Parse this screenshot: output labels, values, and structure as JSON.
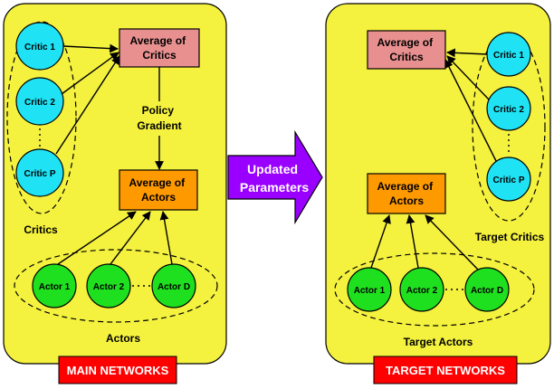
{
  "colors": {
    "panel": "#f4f13f",
    "critic": "#1fe3f5",
    "actor": "#1fe01f",
    "average_critics": "#e8908f",
    "average_actors": "#ff9900",
    "arrow": "#9900ff",
    "banner": "#ff0000"
  },
  "main": {
    "average_critics": [
      "Average of",
      "Critics"
    ],
    "average_actors": [
      "Average of",
      "Actors"
    ],
    "policy_gradient": [
      "Policy",
      "Gradient"
    ],
    "critics": [
      "Critic 1",
      "Critic 2",
      "Critic P"
    ],
    "actors": [
      "Actor 1",
      "Actor 2",
      "Actor D"
    ],
    "critics_label": "Critics",
    "actors_label": "Actors",
    "banner": "MAIN NETWORKS"
  },
  "transfer": {
    "label": [
      "Updated",
      "Parameters"
    ]
  },
  "target": {
    "average_critics": [
      "Average of",
      "Critics"
    ],
    "average_actors": [
      "Average of",
      "Actors"
    ],
    "critics": [
      "Critic 1",
      "Critic 2",
      "Critic P"
    ],
    "actors": [
      "Actor 1",
      "Actor 2",
      "Actor D"
    ],
    "critics_label": "Target Critics",
    "actors_label": "Target Actors",
    "banner": "TARGET NETWORKS"
  }
}
